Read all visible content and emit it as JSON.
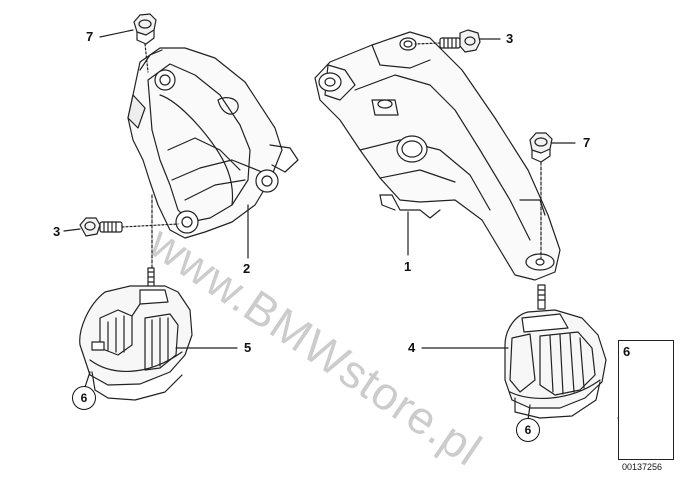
{
  "callouts": {
    "c7_left": "7",
    "c3_top": "3",
    "c3_left": "3",
    "c7_right": "7",
    "c1": "1",
    "c2": "2",
    "c5": "5",
    "c4": "4",
    "c6_left": "6",
    "c6_right": "6",
    "legend_6": "6"
  },
  "watermark": "www.BMWstore.pl",
  "part_number": "00137256",
  "icons": [
    "hex-nut-icon",
    "hex-bolt-icon",
    "engine-mount-icon",
    "bracket-icon",
    "detail-bolt-icon",
    "arrow-icon"
  ]
}
